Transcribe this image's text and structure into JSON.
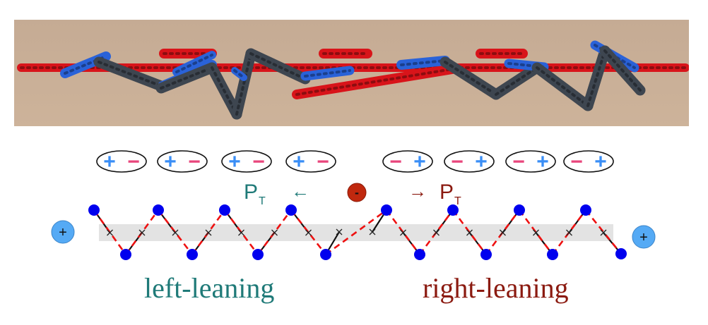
{
  "photo": {
    "caption": ""
  },
  "dipoles": {
    "left": [
      {
        "first": "+",
        "second": "−"
      },
      {
        "first": "+",
        "second": "−"
      },
      {
        "first": "+",
        "second": "−"
      },
      {
        "first": "+",
        "second": "−"
      }
    ],
    "right": [
      {
        "first": "−",
        "second": "+"
      },
      {
        "first": "−",
        "second": "+"
      },
      {
        "first": "−",
        "second": "+"
      },
      {
        "first": "−",
        "second": "+"
      }
    ]
  },
  "polarization": {
    "left_symbol": "P",
    "left_subscript": "T",
    "left_arrow": "←",
    "right_arrow": "→",
    "right_symbol": "P",
    "right_subscript": "T"
  },
  "charges": {
    "center": "-",
    "left_end": "+",
    "right_end": "+"
  },
  "labels": {
    "left": "left-leaning",
    "right": "right-leaning"
  },
  "colors": {
    "plus": "#3a8ef6",
    "minus": "#e8467c",
    "left_text": "#1f7a78",
    "right_text": "#8b1a10",
    "node": "#0000ee",
    "bond_dashed": "#ee1111",
    "band": "#e3e3e3",
    "wood": "#c9ad92"
  }
}
